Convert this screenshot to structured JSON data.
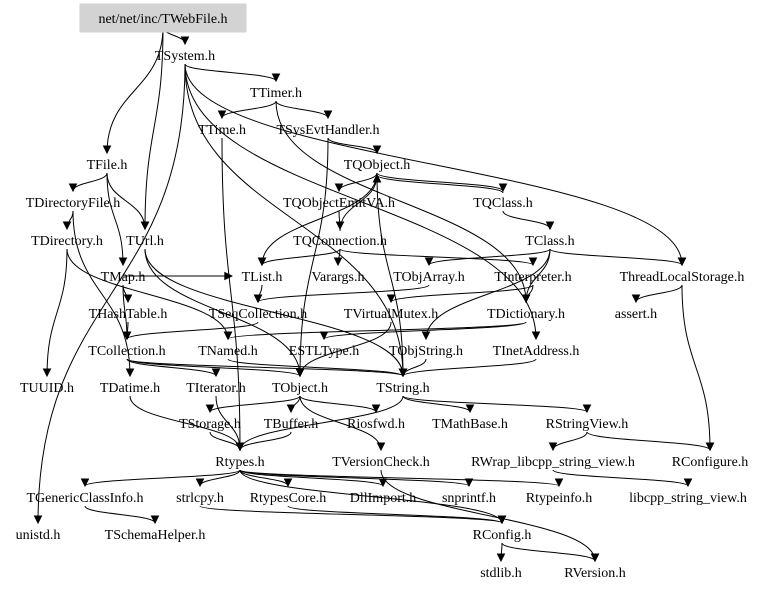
{
  "diagram": {
    "kind": "include-dependency-graph",
    "root": "net/net/inc/TWebFile.h",
    "colors": {
      "root_fill": "#d3d3d3",
      "edge": "#000000",
      "text": "#000000",
      "background": "#ffffff"
    },
    "nodes": [
      {
        "id": "root",
        "label": "net/net/inc/TWebFile.h"
      },
      {
        "id": "TSystem",
        "label": "TSystem.h"
      },
      {
        "id": "TTimer",
        "label": "TTimer.h"
      },
      {
        "id": "TTime",
        "label": "TTime.h"
      },
      {
        "id": "TSysEvtHandler",
        "label": "TSysEvtHandler.h"
      },
      {
        "id": "TFile",
        "label": "TFile.h"
      },
      {
        "id": "TQObject",
        "label": "TQObject.h"
      },
      {
        "id": "TDirectoryFile",
        "label": "TDirectoryFile.h"
      },
      {
        "id": "TQObjectEmitVA",
        "label": "TQObjectEmitVA.h"
      },
      {
        "id": "TQClass",
        "label": "TQClass.h"
      },
      {
        "id": "TDirectory",
        "label": "TDirectory.h"
      },
      {
        "id": "TUrl",
        "label": "TUrl.h"
      },
      {
        "id": "TQConnection",
        "label": "TQConnection.h"
      },
      {
        "id": "TClass",
        "label": "TClass.h"
      },
      {
        "id": "TMap",
        "label": "TMap.h"
      },
      {
        "id": "TList",
        "label": "TList.h"
      },
      {
        "id": "Varargs",
        "label": "Varargs.h"
      },
      {
        "id": "TObjArray",
        "label": "TObjArray.h"
      },
      {
        "id": "TInterpreter",
        "label": "TInterpreter.h"
      },
      {
        "id": "ThreadLocalStorage",
        "label": "ThreadLocalStorage.h"
      },
      {
        "id": "THashTable",
        "label": "THashTable.h"
      },
      {
        "id": "TSeqCollection",
        "label": "TSeqCollection.h"
      },
      {
        "id": "TVirtualMutex",
        "label": "TVirtualMutex.h"
      },
      {
        "id": "TDictionary",
        "label": "TDictionary.h"
      },
      {
        "id": "assert",
        "label": "assert.h"
      },
      {
        "id": "TCollection",
        "label": "TCollection.h"
      },
      {
        "id": "TNamed",
        "label": "TNamed.h"
      },
      {
        "id": "ESTLType",
        "label": "ESTLType.h"
      },
      {
        "id": "TObjString",
        "label": "TObjString.h"
      },
      {
        "id": "TInetAddress",
        "label": "TInetAddress.h"
      },
      {
        "id": "TUUID",
        "label": "TUUID.h"
      },
      {
        "id": "TDatime",
        "label": "TDatime.h"
      },
      {
        "id": "TIterator",
        "label": "TIterator.h"
      },
      {
        "id": "TObject",
        "label": "TObject.h"
      },
      {
        "id": "TString",
        "label": "TString.h"
      },
      {
        "id": "TStorage",
        "label": "TStorage.h"
      },
      {
        "id": "TBuffer",
        "label": "TBuffer.h"
      },
      {
        "id": "Riosfwd",
        "label": "Riosfwd.h"
      },
      {
        "id": "TMathBase",
        "label": "TMathBase.h"
      },
      {
        "id": "RStringView",
        "label": "RStringView.h"
      },
      {
        "id": "Rtypes",
        "label": "Rtypes.h"
      },
      {
        "id": "TVersionCheck",
        "label": "TVersionCheck.h"
      },
      {
        "id": "RWrap",
        "label": "RWrap_libcpp_string_view.h"
      },
      {
        "id": "RConfigure",
        "label": "RConfigure.h"
      },
      {
        "id": "TGenericClassInfo",
        "label": "TGenericClassInfo.h"
      },
      {
        "id": "strlcpy",
        "label": "strlcpy.h"
      },
      {
        "id": "RtypesCore",
        "label": "RtypesCore.h"
      },
      {
        "id": "DllImport",
        "label": "DllImport.h"
      },
      {
        "id": "snprintf",
        "label": "snprintf.h"
      },
      {
        "id": "Rtypeinfo",
        "label": "Rtypeinfo.h"
      },
      {
        "id": "libcpp",
        "label": "libcpp_string_view.h"
      },
      {
        "id": "unistd",
        "label": "unistd.h"
      },
      {
        "id": "TSchemaHelper",
        "label": "TSchemaHelper.h"
      },
      {
        "id": "RConfig",
        "label": "RConfig.h"
      },
      {
        "id": "stdlib",
        "label": "stdlib.h"
      },
      {
        "id": "RVersion",
        "label": "RVersion.h"
      }
    ],
    "edges": [
      [
        "root",
        "TSystem"
      ],
      [
        "root",
        "TFile"
      ],
      [
        "root",
        "TUrl"
      ],
      [
        "TSystem",
        "TTimer"
      ],
      [
        "TSystem",
        "TInetAddress"
      ],
      [
        "TSystem",
        "TString"
      ],
      [
        "TSystem",
        "ThreadLocalStorage"
      ],
      [
        "TSystem",
        "unistd"
      ],
      [
        "TTimer",
        "TTime"
      ],
      [
        "TTimer",
        "TSysEvtHandler"
      ],
      [
        "TTimer",
        "TDictionary"
      ],
      [
        "TTime",
        "Rtypes"
      ],
      [
        "TSysEvtHandler",
        "TQObject"
      ],
      [
        "TSysEvtHandler",
        "TObject"
      ],
      [
        "TFile",
        "TDirectoryFile"
      ],
      [
        "TFile",
        "TUrl"
      ],
      [
        "TFile",
        "TMap"
      ],
      [
        "TDirectoryFile",
        "TDirectory"
      ],
      [
        "TDirectoryFile",
        "TDatime"
      ],
      [
        "TDirectory",
        "TNamed"
      ],
      [
        "TDirectory",
        "TUUID"
      ],
      [
        "TUrl",
        "TObject"
      ],
      [
        "TUrl",
        "TString"
      ],
      [
        "TQObject",
        "TList"
      ],
      [
        "TQObject",
        "TQObjectEmitVA"
      ],
      [
        "TQObject",
        "TQClass"
      ],
      [
        "TQObject",
        "TString"
      ],
      [
        "TQObjectEmitVA",
        "TQConnection"
      ],
      [
        "TQConnection",
        "TQObject"
      ],
      [
        "TQConnection",
        "TList"
      ],
      [
        "TQConnection",
        "Varargs"
      ],
      [
        "TQConnection",
        "TInterpreter"
      ],
      [
        "TQClass",
        "TQObject"
      ],
      [
        "TQClass",
        "TClass"
      ],
      [
        "TClass",
        "TObjArray"
      ],
      [
        "TClass",
        "TDictionary"
      ],
      [
        "TClass",
        "ThreadLocalStorage"
      ],
      [
        "TClass",
        "TObjString"
      ],
      [
        "TMap",
        "TList"
      ],
      [
        "TMap",
        "THashTable"
      ],
      [
        "TMap",
        "TCollection"
      ],
      [
        "TList",
        "TSeqCollection"
      ],
      [
        "TObjArray",
        "TSeqCollection"
      ],
      [
        "TInterpreter",
        "TVirtualMutex"
      ],
      [
        "TInterpreter",
        "TDictionary"
      ],
      [
        "ThreadLocalStorage",
        "assert"
      ],
      [
        "ThreadLocalStorage",
        "RConfigure"
      ],
      [
        "THashTable",
        "TCollection"
      ],
      [
        "TSeqCollection",
        "TCollection"
      ],
      [
        "TVirtualMutex",
        "TObject"
      ],
      [
        "TDictionary",
        "TNamed"
      ],
      [
        "TDictionary",
        "ESTLType"
      ],
      [
        "TCollection",
        "TObject"
      ],
      [
        "TCollection",
        "TIterator"
      ],
      [
        "TCollection",
        "TString"
      ],
      [
        "TNamed",
        "TString"
      ],
      [
        "TObjString",
        "TString"
      ],
      [
        "TInetAddress",
        "TString"
      ],
      [
        "TDatime",
        "Rtypes"
      ],
      [
        "TIterator",
        "Rtypes"
      ],
      [
        "TObject",
        "TStorage"
      ],
      [
        "TObject",
        "TBuffer"
      ],
      [
        "TObject",
        "Riosfwd"
      ],
      [
        "TObject",
        "TVersionCheck"
      ],
      [
        "TString",
        "TMathBase"
      ],
      [
        "TString",
        "RStringView"
      ],
      [
        "TString",
        "Rtypes"
      ],
      [
        "TStorage",
        "Rtypes"
      ],
      [
        "TBuffer",
        "Rtypes"
      ],
      [
        "RStringView",
        "RWrap"
      ],
      [
        "RStringView",
        "RConfigure"
      ],
      [
        "Rtypes",
        "TGenericClassInfo"
      ],
      [
        "Rtypes",
        "strlcpy"
      ],
      [
        "Rtypes",
        "RtypesCore"
      ],
      [
        "Rtypes",
        "DllImport"
      ],
      [
        "Rtypes",
        "snprintf"
      ],
      [
        "Rtypes",
        "Rtypeinfo"
      ],
      [
        "Rtypes",
        "RConfig"
      ],
      [
        "RWrap",
        "libcpp"
      ],
      [
        "TGenericClassInfo",
        "TSchemaHelper"
      ],
      [
        "strlcpy",
        "RConfig"
      ],
      [
        "RtypesCore",
        "RConfig"
      ],
      [
        "TVersionCheck",
        "RVersion"
      ],
      [
        "RConfig",
        "stdlib"
      ],
      [
        "RConfig",
        "RVersion"
      ]
    ]
  }
}
